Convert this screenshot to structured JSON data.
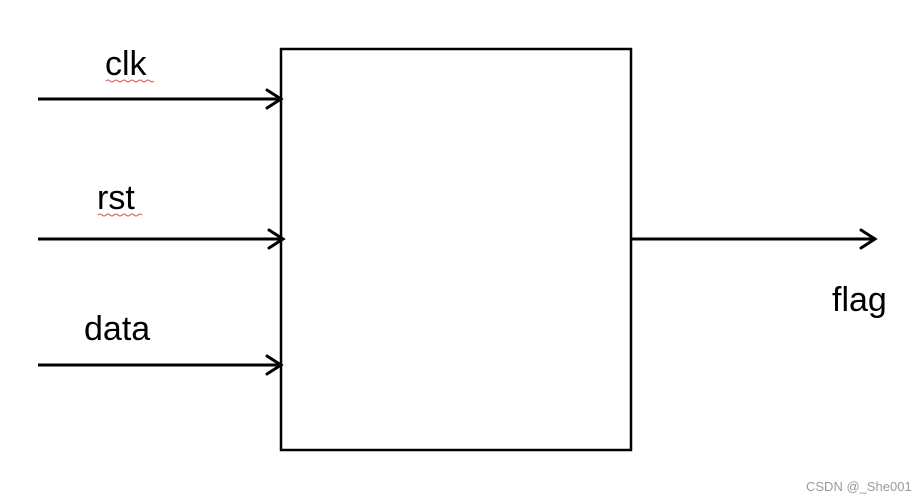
{
  "diagram": {
    "inputs": [
      {
        "label": "clk",
        "spellcheck_underline": true
      },
      {
        "label": "rst",
        "spellcheck_underline": true
      },
      {
        "label": "data",
        "spellcheck_underline": false
      }
    ],
    "output": {
      "label": "flag"
    },
    "watermark": "CSDN @_She001",
    "colors": {
      "line": "#000000",
      "spellcheck_underline": "#e05050",
      "watermark": "#9a9a9a"
    }
  }
}
